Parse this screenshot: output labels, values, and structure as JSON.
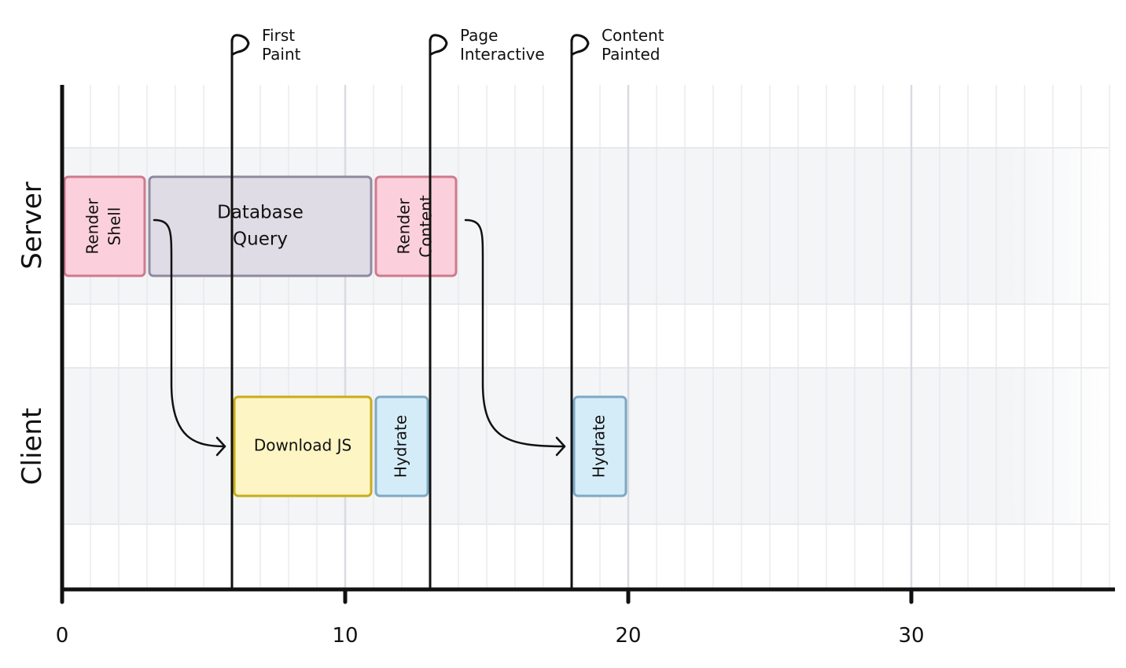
{
  "x_axis": {
    "min": 0,
    "max": 37,
    "ticks": [
      0,
      10,
      20,
      30
    ]
  },
  "lanes": [
    "Server",
    "Client"
  ],
  "blocks": [
    {
      "id": "render-shell",
      "lane": "Server",
      "start": 0,
      "end": 3,
      "lines": [
        "Render",
        "Shell"
      ],
      "vertical": true,
      "fill": "#fbd0dc",
      "stroke": "#cf7a8e"
    },
    {
      "id": "database-query",
      "lane": "Server",
      "start": 3,
      "end": 11,
      "lines": [
        "Database",
        "Query"
      ],
      "vertical": false,
      "fill": "#e0dce6",
      "stroke": "#8f8aa0"
    },
    {
      "id": "render-content",
      "lane": "Server",
      "start": 11,
      "end": 14,
      "lines": [
        "Render",
        "Content"
      ],
      "vertical": true,
      "fill": "#fbd0dc",
      "stroke": "#cf7a8e"
    },
    {
      "id": "download-js",
      "lane": "Client",
      "start": 6,
      "end": 11,
      "lines": [
        "Download JS"
      ],
      "vertical": false,
      "fill": "#fdf5c4",
      "stroke": "#c9ac1a"
    },
    {
      "id": "hydrate-1",
      "lane": "Client",
      "start": 11,
      "end": 13,
      "lines": [
        "Hydrate"
      ],
      "vertical": true,
      "fill": "#d4ecf8",
      "stroke": "#7ea9c4"
    },
    {
      "id": "hydrate-2",
      "lane": "Client",
      "start": 18,
      "end": 20,
      "lines": [
        "Hydrate"
      ],
      "vertical": true,
      "fill": "#d4ecf8",
      "stroke": "#7ea9c4"
    }
  ],
  "markers": [
    {
      "id": "first-paint",
      "x": 6,
      "lines": [
        "First",
        "Paint"
      ]
    },
    {
      "id": "page-interactive",
      "x": 13,
      "lines": [
        "Page",
        "Interactive"
      ]
    },
    {
      "id": "content-painted",
      "x": 18,
      "lines": [
        "Content",
        "Painted"
      ]
    }
  ],
  "arrows": [
    {
      "id": "shell-to-download",
      "from_block": "render-shell",
      "to_block": "download-js"
    },
    {
      "id": "content-to-hydrate",
      "from_block": "render-content",
      "to_block": "hydrate-2"
    }
  ]
}
